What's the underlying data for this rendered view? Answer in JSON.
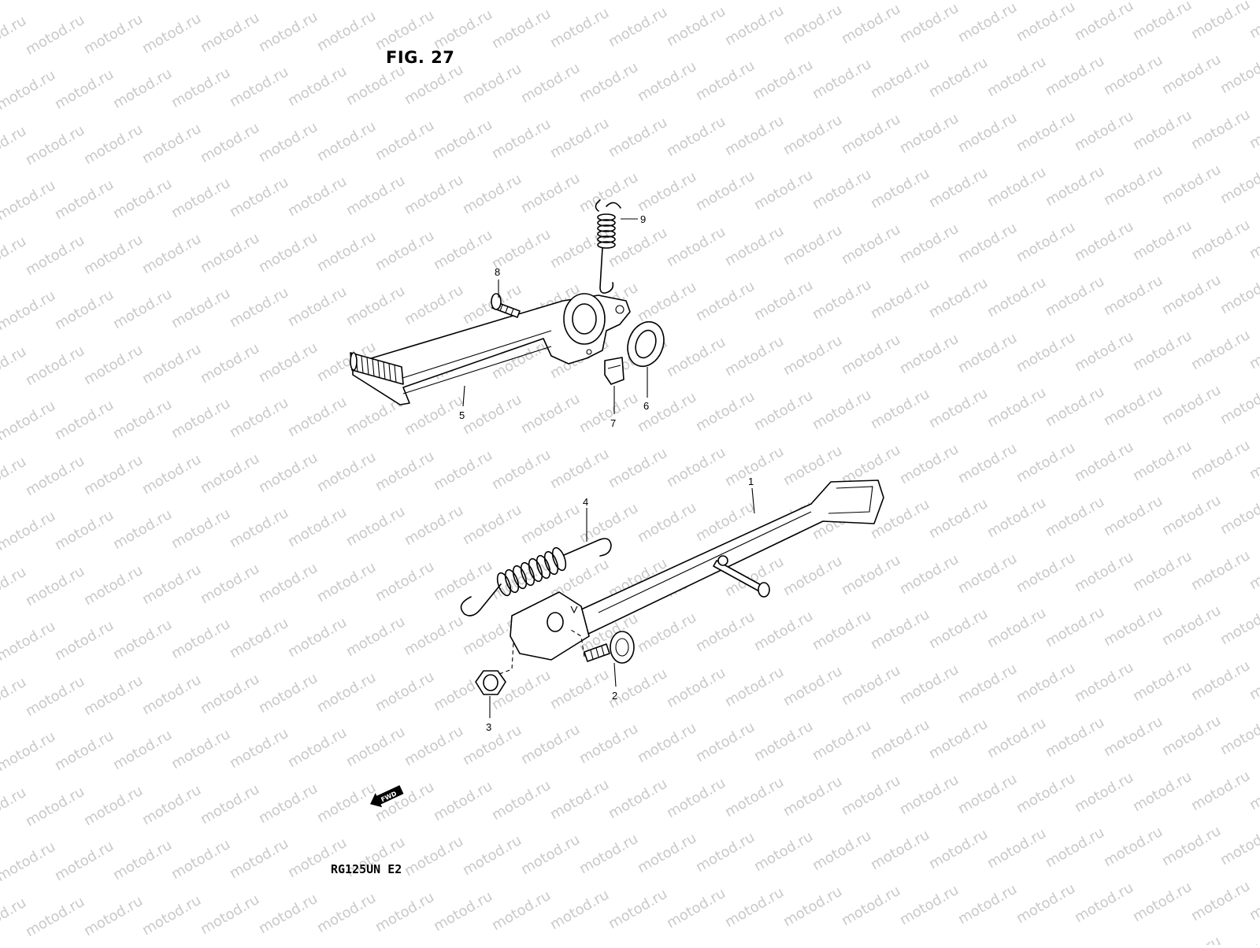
{
  "figure": {
    "title": "FIG. 27",
    "model": "RG125UN  E2",
    "fwd_label": "FWD"
  },
  "watermark": {
    "text": "motod.ru"
  },
  "callouts": [
    {
      "id": "1",
      "part": "side stand"
    },
    {
      "id": "2",
      "part": "stand bolt"
    },
    {
      "id": "3",
      "part": "nut"
    },
    {
      "id": "4",
      "part": "stand spring"
    },
    {
      "id": "5",
      "part": "gear shift lever"
    },
    {
      "id": "6",
      "part": "washer"
    },
    {
      "id": "7",
      "part": "clip"
    },
    {
      "id": "8",
      "part": "lever bolt"
    },
    {
      "id": "9",
      "part": "lever return spring"
    }
  ]
}
